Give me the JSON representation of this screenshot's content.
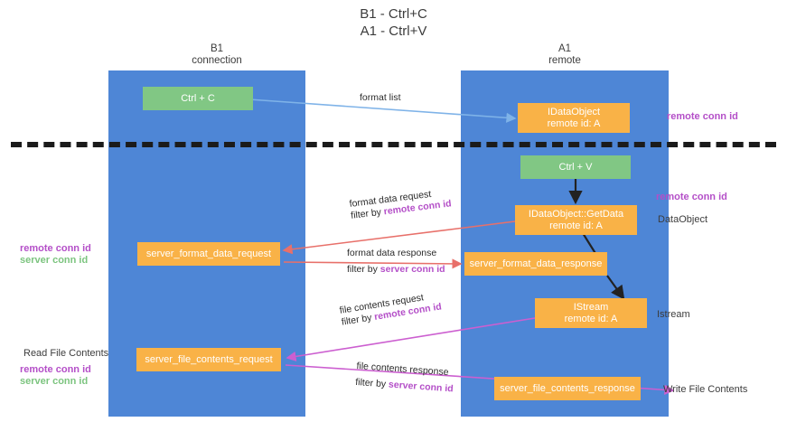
{
  "title": {
    "line1": "B1 - Ctrl+C",
    "line2": "A1 - Ctrl+V"
  },
  "lanes": [
    {
      "id": "b1",
      "name": "B1",
      "role": "connection"
    },
    {
      "id": "a1",
      "name": "A1",
      "role": "remote"
    }
  ],
  "nodes": {
    "ctrl_c": {
      "l1": "Ctrl + C",
      "l2": ""
    },
    "idataobject": {
      "l1": "IDataObject",
      "l2": "remote id: A"
    },
    "ctrl_v": {
      "l1": "Ctrl + V",
      "l2": ""
    },
    "idataobject_getdata": {
      "l1": "IDataObject::GetData",
      "l2": "remote id: A"
    },
    "server_format_data_request": {
      "l1": "server_format_data_request",
      "l2": ""
    },
    "server_format_data_response": {
      "l1": "server_format_data_response",
      "l2": ""
    },
    "istream": {
      "l1": "IStream",
      "l2": "remote id: A"
    },
    "server_file_contents_request": {
      "l1": "server_file_contents_request",
      "l2": ""
    },
    "server_file_contents_response": {
      "l1": "server_file_contents_response",
      "l2": ""
    }
  },
  "edges": {
    "format_list": {
      "line1": "format list"
    },
    "format_data_request": {
      "line1": "format data request",
      "line2_prefix": "filter by ",
      "line2_key": "remote conn id"
    },
    "format_data_response": {
      "line1": "format data response",
      "line2_prefix": "filter by ",
      "line2_key": "server conn id"
    },
    "file_contents_request": {
      "line1": "file contents request",
      "line2_prefix": "filter by ",
      "line2_key": "remote conn id"
    },
    "file_contents_response": {
      "line1": "file contents response",
      "line2_prefix": "filter by ",
      "line2_key": "server conn id"
    }
  },
  "annotations": {
    "right_remote_conn_id_top": "remote conn id",
    "right_remote_conn_id_mid": "remote conn id",
    "right_dataobject": "DataObject",
    "right_istream": "Istream",
    "right_write_file_contents": "Write File Contents",
    "left_remote_conn_id_1": "remote conn id",
    "left_server_conn_id_1": "server conn id",
    "left_read_file_contents": "Read File Contents",
    "left_remote_conn_id_2": "remote conn id",
    "left_server_conn_id_2": "server conn id"
  },
  "colors": {
    "lane": "#4e86d6",
    "green_node": "#81c784",
    "orange_node": "#f9b247",
    "purple_text": "#b44fc8",
    "green_text": "#7cc47f",
    "arrow_blue": "#7fb3e8",
    "arrow_red": "#e8706a",
    "arrow_magenta": "#cc5fd0",
    "arrow_dark": "#222222",
    "divider": "#1b1b1b"
  }
}
